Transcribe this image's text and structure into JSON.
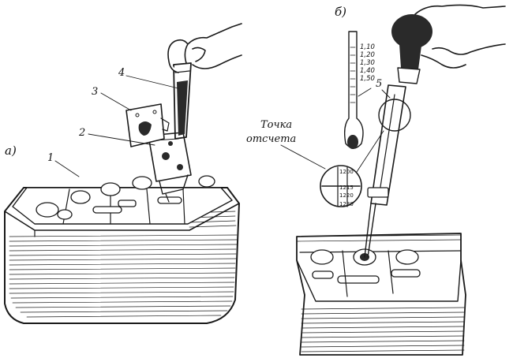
{
  "panels": {
    "a_label": "a)",
    "b_label": "б)"
  },
  "callouts": [
    "1",
    "2",
    "3",
    "4",
    "5"
  ],
  "reading_point": {
    "line1": "Точка",
    "line2": "отсчета"
  },
  "thermometer_scale": [
    "1,10",
    "1,20",
    "1,30",
    "1,40",
    "1,50"
  ],
  "magnifier_scale": [
    "1200",
    "1215",
    "1220",
    "1230"
  ]
}
